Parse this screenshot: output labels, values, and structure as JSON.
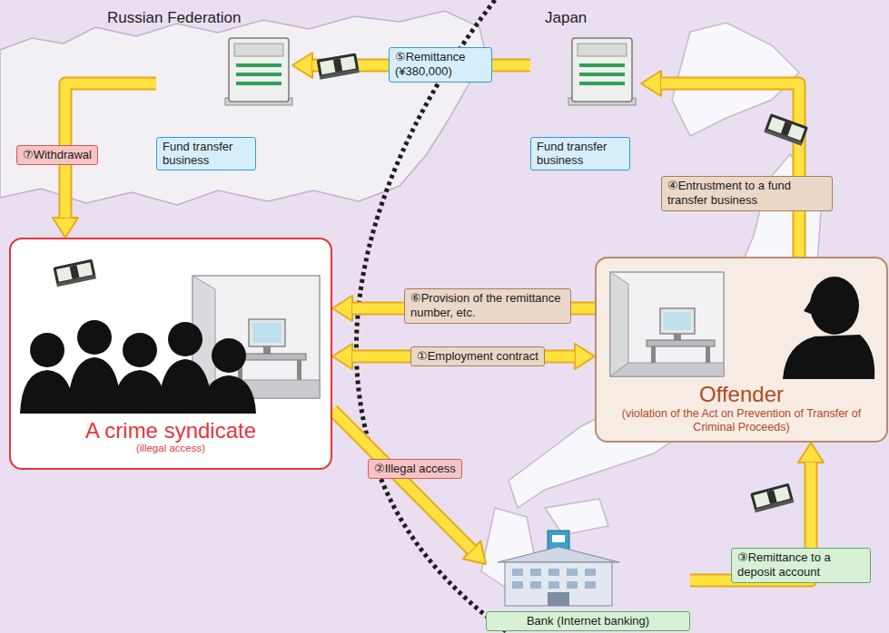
{
  "diagram": {
    "nodes": [
      {
        "text": [
          "Fund transfer business"
        ]
      },
      {
        "text": [
          "Fund transfer business"
        ]
      },
      {
        "text": [
          "A crime syndicate",
          "(illegal access)"
        ]
      },
      {
        "text": [
          "Offender",
          "(violation of the Act on Prevention of Transfer of Criminal Proceeds)"
        ]
      },
      {
        "text": [
          "Bank (Internet banking)"
        ]
      }
    ],
    "edges": [
      {
        "from": 2,
        "to": 3,
        "label": "①Employment contract",
        "arrow": "both"
      },
      {
        "from": 2,
        "to": 4,
        "label": "②Illegal access",
        "arrow": "to"
      },
      {
        "from": 4,
        "to": 3,
        "label": "③Remittance to a deposit account",
        "arrow": "to"
      },
      {
        "from": 3,
        "to": 1,
        "label": "④Entrustment to a fund transfer business",
        "arrow": "to"
      },
      {
        "from": 1,
        "to": 0,
        "label": "⑤Remittance (¥380,000)",
        "arrow": "to"
      },
      {
        "from": 3,
        "to": 2,
        "label": "⑥Provision of the remittance number, etc.",
        "arrow": "to"
      },
      {
        "from": 0,
        "to": 2,
        "label": "⑦Withdrawal",
        "arrow": "to"
      }
    ],
    "labels": [
      "Russian Federation",
      "Japan"
    ]
  }
}
